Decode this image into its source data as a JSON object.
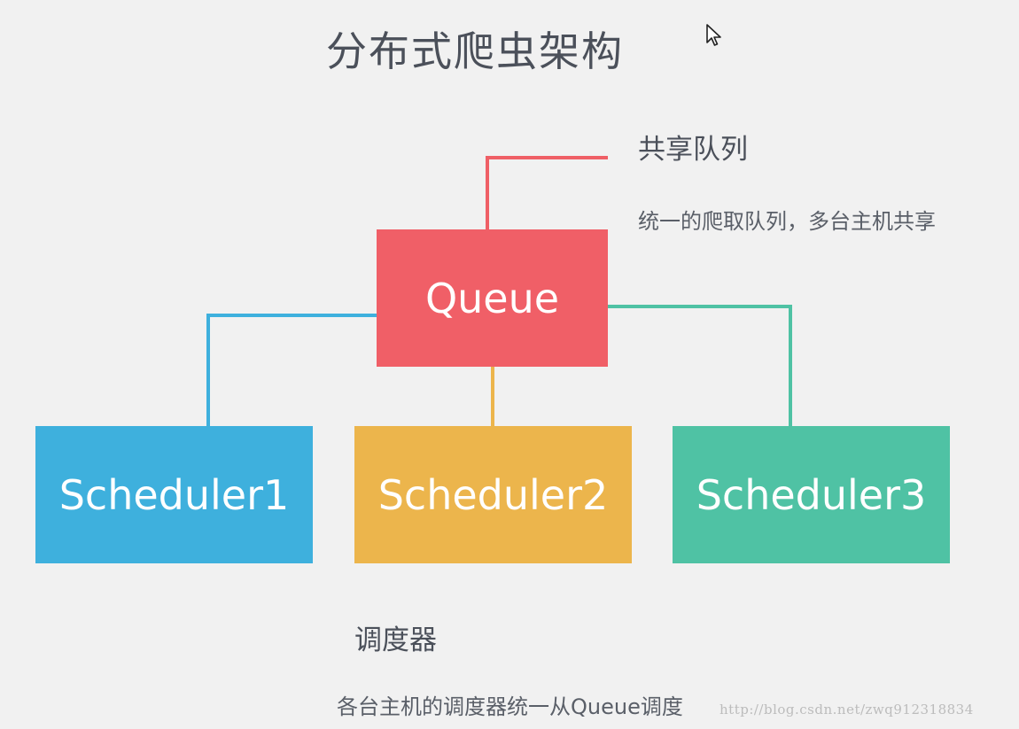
{
  "title": "分布式爬虫架构",
  "queue": {
    "box_label": "Queue",
    "heading": "共享队列",
    "description": "统一的爬取队列，多台主机共享",
    "color": "#f05f67",
    "connector_color": "#ef5f66"
  },
  "schedulers": [
    {
      "label": "Scheduler1",
      "color": "#3eb0dd"
    },
    {
      "label": "Scheduler2",
      "color": "#ecb54c"
    },
    {
      "label": "Scheduler3",
      "color": "#4fc2a4"
    }
  ],
  "scheduler_section": {
    "heading": "调度器",
    "description": "各台主机的调度器统一从Queue调度"
  },
  "watermark": "http://blog.csdn.net/zwq912318834",
  "icons": {
    "cursor": "mouse-pointer-icon"
  }
}
